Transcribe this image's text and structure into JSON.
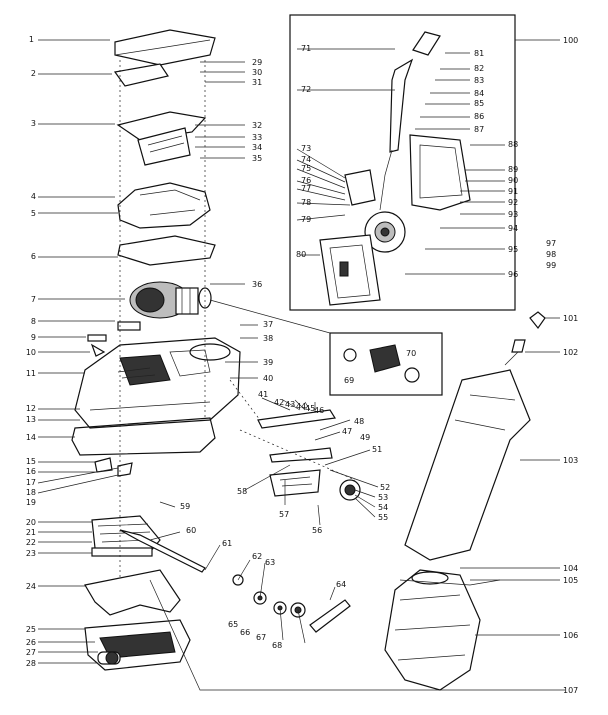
{
  "callouts": [
    "1",
    "2",
    "3",
    "4",
    "5",
    "6",
    "7",
    "8",
    "9",
    "10",
    "11",
    "12",
    "13",
    "14",
    "15",
    "16",
    "17",
    "18",
    "19",
    "20",
    "21",
    "22",
    "23",
    "24",
    "25",
    "26",
    "27",
    "28",
    "29",
    "30",
    "31",
    "32",
    "33",
    "34",
    "35",
    "36",
    "37",
    "38",
    "39",
    "40",
    "41",
    "42",
    "43",
    "44",
    "45",
    "46",
    "47",
    "48",
    "49",
    "51",
    "52",
    "53",
    "54",
    "55",
    "56",
    "57",
    "58",
    "59",
    "60",
    "61",
    "62",
    "63",
    "64",
    "65",
    "66",
    "67",
    "68",
    "69",
    "70",
    "71",
    "72",
    "73",
    "74",
    "75",
    "76",
    "77",
    "78",
    "79",
    "80",
    "81",
    "82",
    "83",
    "84",
    "85",
    "86",
    "87",
    "88",
    "89",
    "90",
    "91",
    "92",
    "93",
    "94",
    "95",
    "96",
    "97",
    "98",
    "99",
    "100",
    "101",
    "102",
    "103",
    "104",
    "105",
    "106",
    "107"
  ]
}
